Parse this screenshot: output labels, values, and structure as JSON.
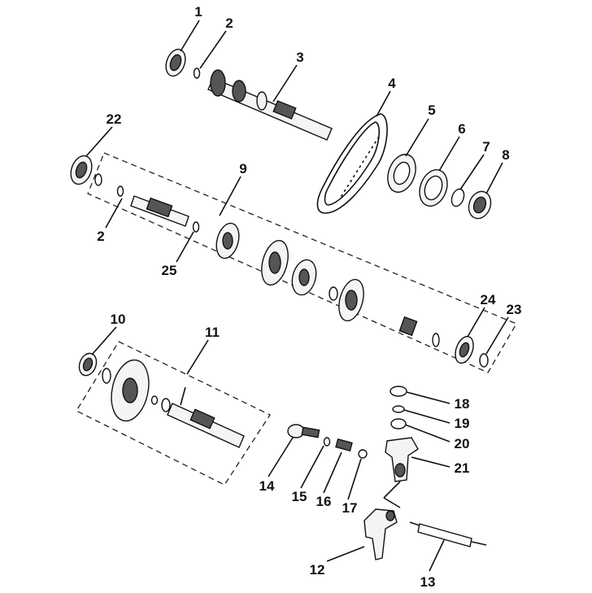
{
  "diagram": {
    "callouts": [
      {
        "id": "c1",
        "text": "1"
      },
      {
        "id": "c2a",
        "text": "2"
      },
      {
        "id": "c3",
        "text": "3"
      },
      {
        "id": "c4",
        "text": "4"
      },
      {
        "id": "c5",
        "text": "5"
      },
      {
        "id": "c6",
        "text": "6"
      },
      {
        "id": "c7",
        "text": "7"
      },
      {
        "id": "c8",
        "text": "8"
      },
      {
        "id": "c22",
        "text": "22"
      },
      {
        "id": "c9",
        "text": "9"
      },
      {
        "id": "c2b",
        "text": "2"
      },
      {
        "id": "c25",
        "text": "25"
      },
      {
        "id": "c24",
        "text": "24"
      },
      {
        "id": "c23",
        "text": "23"
      },
      {
        "id": "c10",
        "text": "10"
      },
      {
        "id": "c11",
        "text": "11"
      },
      {
        "id": "c18",
        "text": "18"
      },
      {
        "id": "c19",
        "text": "19"
      },
      {
        "id": "c20",
        "text": "20"
      },
      {
        "id": "c21",
        "text": "21"
      },
      {
        "id": "c14",
        "text": "14"
      },
      {
        "id": "c15",
        "text": "15"
      },
      {
        "id": "c16",
        "text": "16"
      },
      {
        "id": "c17",
        "text": "17"
      },
      {
        "id": "c12",
        "text": "12"
      },
      {
        "id": "c13",
        "text": "13"
      }
    ]
  }
}
